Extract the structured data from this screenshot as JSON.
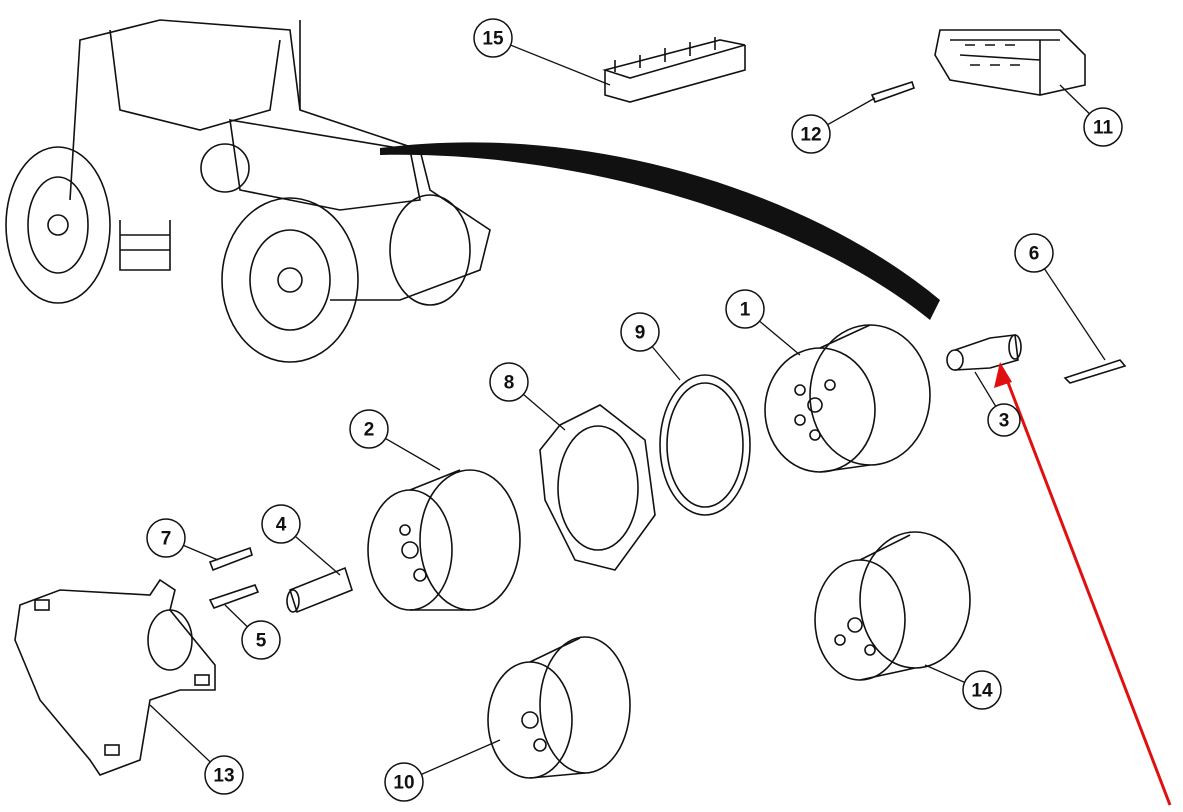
{
  "diagram": {
    "callouts": [
      {
        "label": "1",
        "highlighted": false
      },
      {
        "label": "2",
        "highlighted": false
      },
      {
        "label": "3",
        "highlighted": true
      },
      {
        "label": "4",
        "highlighted": false
      },
      {
        "label": "5",
        "highlighted": false
      },
      {
        "label": "6",
        "highlighted": false
      },
      {
        "label": "7",
        "highlighted": false
      },
      {
        "label": "8",
        "highlighted": false
      },
      {
        "label": "9",
        "highlighted": false
      },
      {
        "label": "10",
        "highlighted": false
      },
      {
        "label": "11",
        "highlighted": false
      },
      {
        "label": "12",
        "highlighted": false
      },
      {
        "label": "13",
        "highlighted": false
      },
      {
        "label": "14",
        "highlighted": false
      },
      {
        "label": "15",
        "highlighted": false
      }
    ],
    "colors": {
      "highlight_fill": "#8a9a2a",
      "arrow": "#e01010",
      "line": "#111111"
    },
    "pointer_arrow_target": "3"
  }
}
